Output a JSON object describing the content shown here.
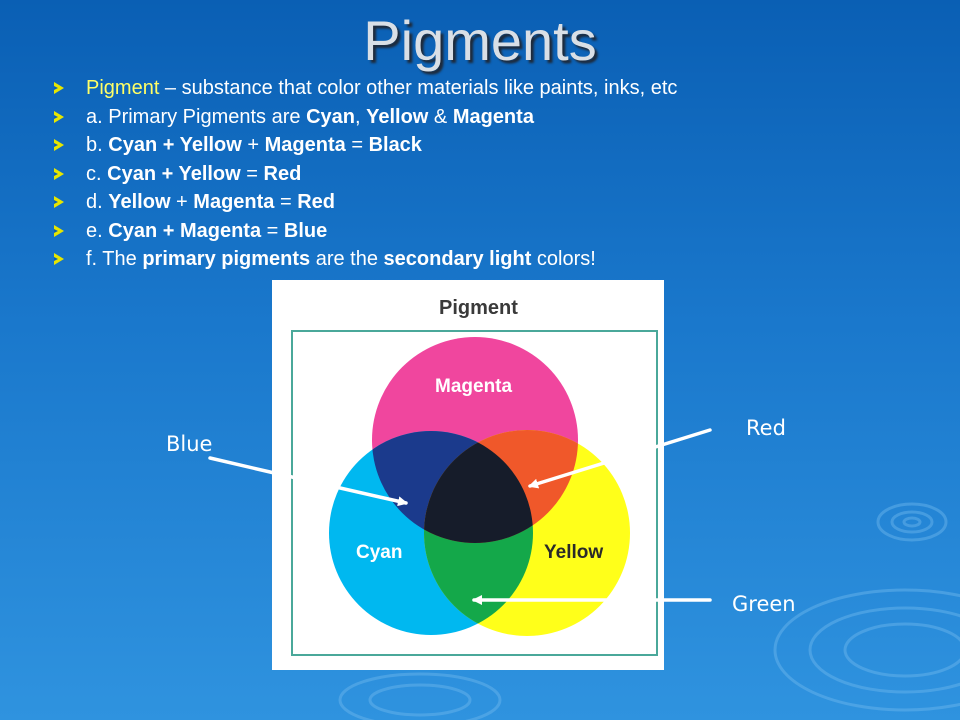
{
  "slide": {
    "title": "Pigments",
    "bullets": [
      {
        "highlight": "Pigment",
        "text": " – substance that color other materials like paints, inks, etc"
      },
      {
        "parts": [
          "a. Primary Pigments are ",
          "Cyan",
          ", ",
          "Yellow",
          " & ",
          "Magenta"
        ]
      },
      {
        "parts": [
          "b. ",
          "Cyan + Yellow",
          " + ",
          "Magenta",
          " = ",
          "Black"
        ]
      },
      {
        "parts": [
          "c. ",
          "Cyan + Yellow",
          " = ",
          "Red"
        ]
      },
      {
        "parts": [
          "d. ",
          "Yellow",
          " + ",
          "Magenta",
          " = ",
          "Red"
        ]
      },
      {
        "parts": [
          "e. ",
          "Cyan + Magenta",
          " = ",
          "Blue"
        ]
      },
      {
        "parts": [
          "f. The ",
          "primary pigments",
          " are the ",
          "secondary light",
          " colors!"
        ]
      }
    ]
  },
  "diagram": {
    "title": "Pigment",
    "circles": {
      "magenta": "Magenta",
      "cyan": "Cyan",
      "yellow": "Yellow"
    }
  },
  "callouts": {
    "blue": "Blue",
    "red": "Red",
    "green": "Green"
  },
  "colors": {
    "magenta": "#f0469e",
    "cyan": "#00b8f0",
    "yellow": "#ffff1a",
    "blue_overlap": "#1b3a8c",
    "red_overlap": "#f0582a",
    "green_overlap": "#14a84a",
    "black_center": "#161c2a",
    "frame": "#4aa89a",
    "bullet_highlight": "#ffff66"
  }
}
